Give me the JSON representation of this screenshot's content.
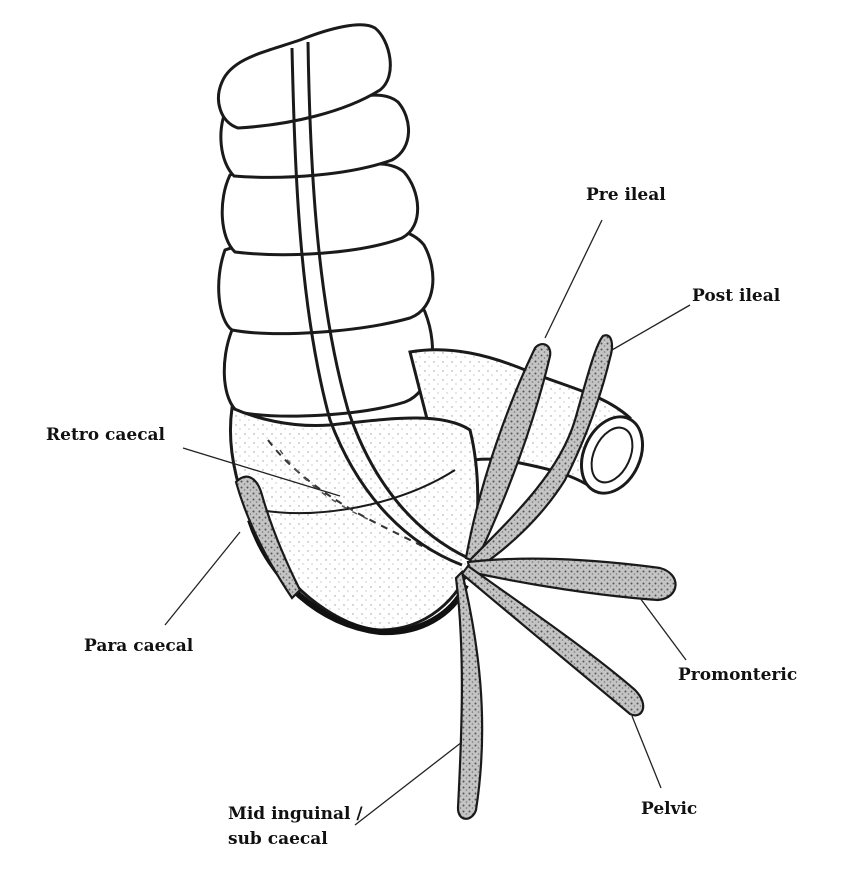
{
  "labels": {
    "pre_ileal": "Pre ileal",
    "post_ileal": "Post ileal",
    "retro_caecal": "Retro caecal",
    "para_caecal": "Para caecal",
    "promonteric": "Promonteric",
    "pelvic": "Pelvic",
    "mid_inguinal_line1": "Mid inguinal /",
    "mid_inguinal_line2": "sub caecal"
  },
  "colors": {
    "ink": "#1a1a1a",
    "appendix_fill": "#b9b9b9",
    "background": "#ffffff"
  }
}
